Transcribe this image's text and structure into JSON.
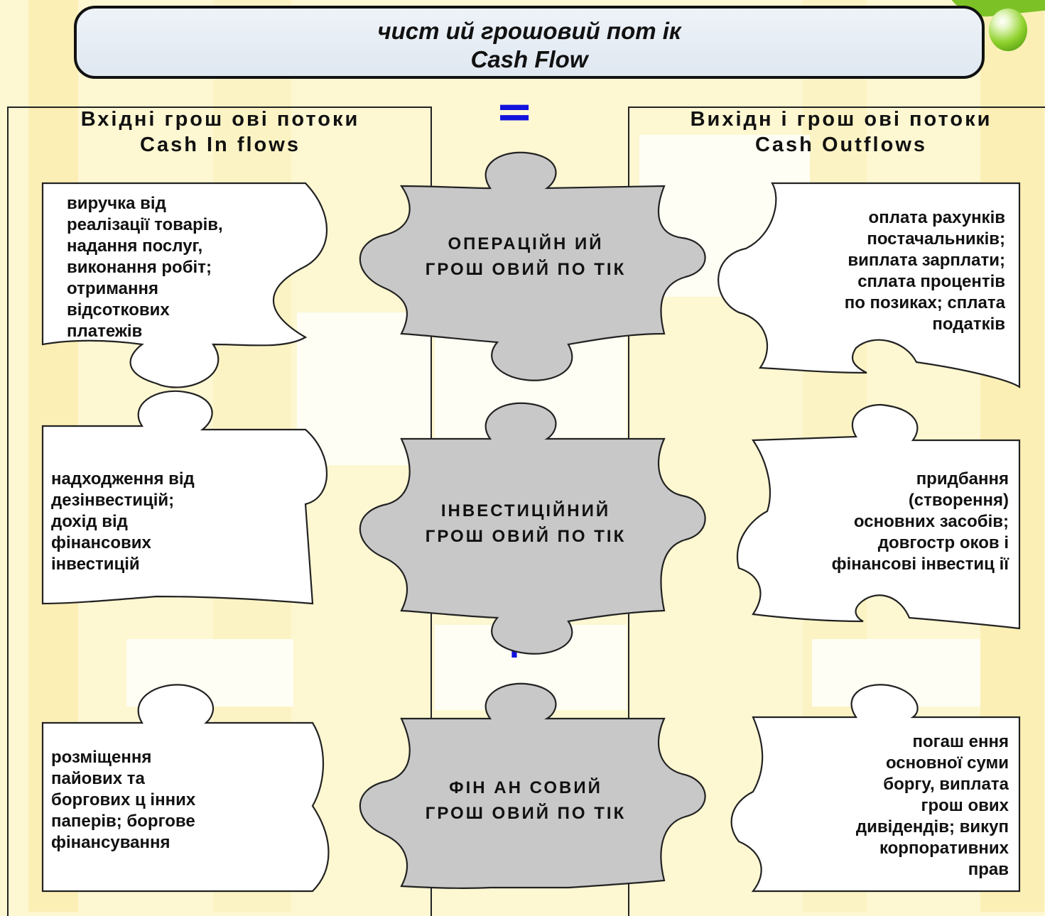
{
  "title": {
    "line1": "чист ий грошовий пот ік",
    "line2": "Cash Flow"
  },
  "inflows": {
    "title_line1": "Вхідні грош ові потоки",
    "title_line2": "Cash In flows",
    "items": [
      "виручка від\nреалізації товарів,\nнадання послуг,\nвиконання робіт;\nотримання\nвідсоткових\nплатежів",
      "надходження від\nдезінвестицій;\nдохід від\nфінансових\nінвестицій",
      "розміщення\nпайових та\nборгових ц інних\nпаперів; боргове\nфінансування"
    ]
  },
  "outflows": {
    "title_line1": "Вихідн і грош ові потоки",
    "title_line2": "Cash Outflows",
    "items": [
      "оплата рахунків\nпостачальників;\nвиплата зарплати;\nсплата процентів\nпо позиках; сплата\nподатків",
      "придбання\n(створення)\nосновних засобів;\nдовгостр оков і\nфінансові інвестиц ії",
      "погаш ення\nосновної суми\nборгу, виплата\nгрош ових\nдивідендів; викуп\nкорпоративних\nправ"
    ]
  },
  "center": {
    "items": [
      {
        "line1": "ОПЕРАЦІЙН ИЙ",
        "line2": "ГРОШ ОВИЙ ПО ТІК"
      },
      {
        "line1": "ІНВЕСТИЦІЙНИЙ",
        "line2": "ГРОШ ОВИЙ ПО ТІК"
      },
      {
        "line1": "ФІН АН СОВИЙ",
        "line2": "ГРОШ ОВИЙ ПО ТІК"
      }
    ]
  },
  "operators": {
    "equals": "=",
    "plus1": "+",
    "plus2": "+"
  },
  "colors": {
    "background": "#fdf7d2",
    "operator": "#1212dd",
    "center_piece": "#c8c8c8",
    "side_piece": "#ffffff",
    "title_box": "#e6edf4"
  }
}
